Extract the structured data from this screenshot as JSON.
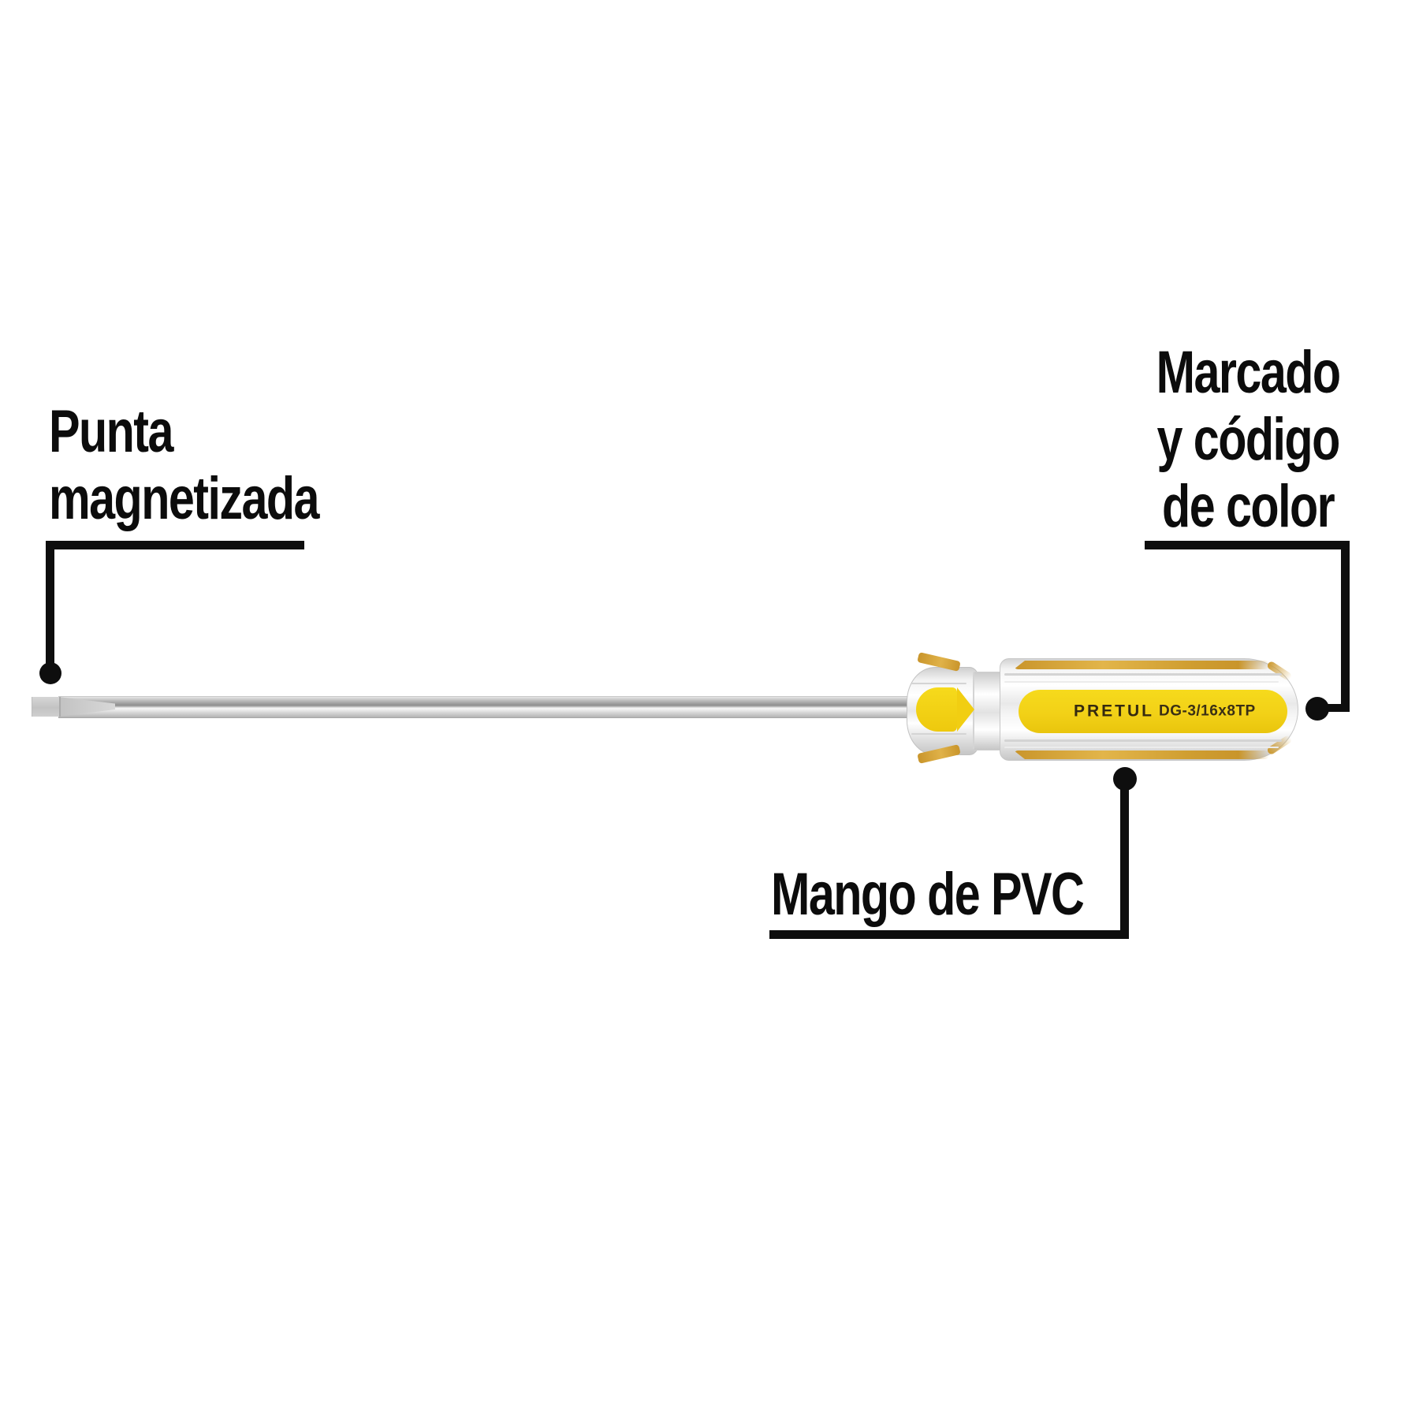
{
  "annotations": {
    "tip": {
      "lines": [
        "Punta",
        "magnetizada"
      ]
    },
    "marking": {
      "lines": [
        "Marcado",
        "y código",
        "de color"
      ]
    },
    "handle": {
      "label": "Mango de PVC"
    }
  },
  "product_label": {
    "brand": "PRETUL",
    "model": "DG-3/16x8TP"
  },
  "colors": {
    "label_yellow": "#F2D117",
    "stripe_gold": "#C9952B",
    "callout_black": "#0E0E0E",
    "shaft_silver": "#C9C9C9",
    "label_text_brown": "#352A10"
  }
}
